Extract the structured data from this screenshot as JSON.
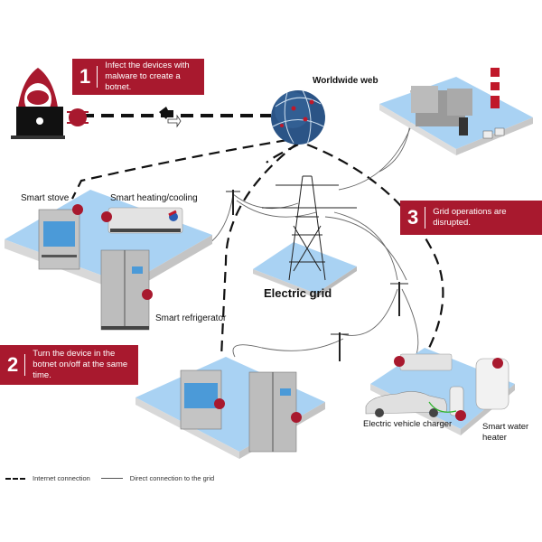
{
  "callouts": [
    {
      "number": "1",
      "text": "Infect the devices with malware to create a botnet."
    },
    {
      "number": "2",
      "text": "Turn the device in the botnet on/off at the same time."
    },
    {
      "number": "3",
      "text": "Grid operations are disrupted."
    }
  ],
  "labels": {
    "worldwide_web": "Worldwide web",
    "electric_grid": "Electric grid",
    "smart_stove": "Smart stove",
    "smart_heating_cooling": "Smart heating/cooling",
    "smart_refrigerator": "Smart refrigerator",
    "ev_charger": "Electric vehicle charger",
    "water_heater_line1": "Smart water",
    "water_heater_line2": "heater"
  },
  "legend": {
    "internet": "Internet connection",
    "direct": "Direct connection to the grid"
  },
  "colors": {
    "accent_red": "#a8192e",
    "platform_blue": "#a9d2f3",
    "globe_blue": "#2b5486"
  }
}
